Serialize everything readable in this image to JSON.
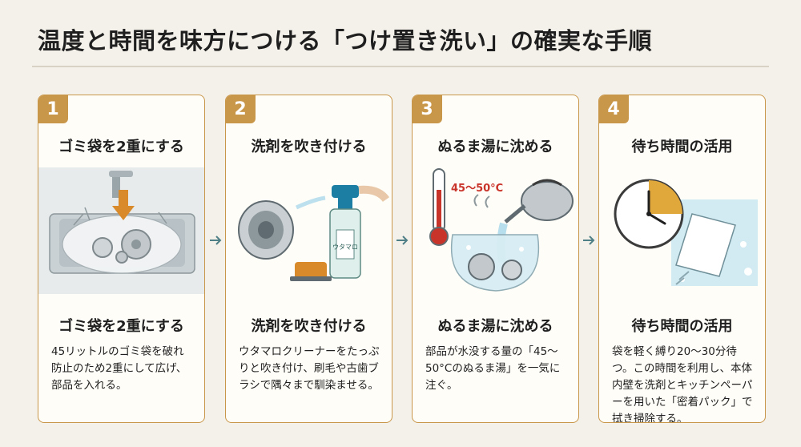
{
  "title": "温度と時間を味方につける「つけ置き洗い」の確実な手順",
  "steps": [
    {
      "number": "1",
      "heading": "ゴミ袋を2重にする",
      "subheading": "ゴミ袋を2重にする",
      "description": "45リットルのゴミ袋を破れ防止のため2重にして広げ、部品を入れる。",
      "icon": "sink-bag-icon"
    },
    {
      "number": "2",
      "heading": "洗剤を吹き付ける",
      "subheading": "洗剤を吹き付ける",
      "description": "ウタマロクリーナーをたっぷりと吹き付け、刷毛や古歯ブラシで隅々まで馴染ませる。",
      "icon": "spray-bottle-icon",
      "bottle_label": "ウタマロ"
    },
    {
      "number": "3",
      "heading": "ぬるま湯に沈める",
      "subheading": "ぬるま湯に沈める",
      "description": "部品が水没する量の「45〜50°Cのぬるま湯」を一気に注ぐ。",
      "icon": "thermometer-kettle-icon",
      "temperature_label": "45〜50°C"
    },
    {
      "number": "4",
      "heading": "待ち時間の活用",
      "subheading": "待ち時間の活用",
      "description": "袋を軽く縛り20〜30分待つ。この時間を利用し、本体内壁を洗剤とキッチンペーパーを用いた「密着パック」で拭き掃除する。",
      "icon": "clock-icon"
    }
  ],
  "colors": {
    "accent": "#c9974a",
    "background": "#f4f1ea",
    "arrow": "#4f7f86"
  }
}
